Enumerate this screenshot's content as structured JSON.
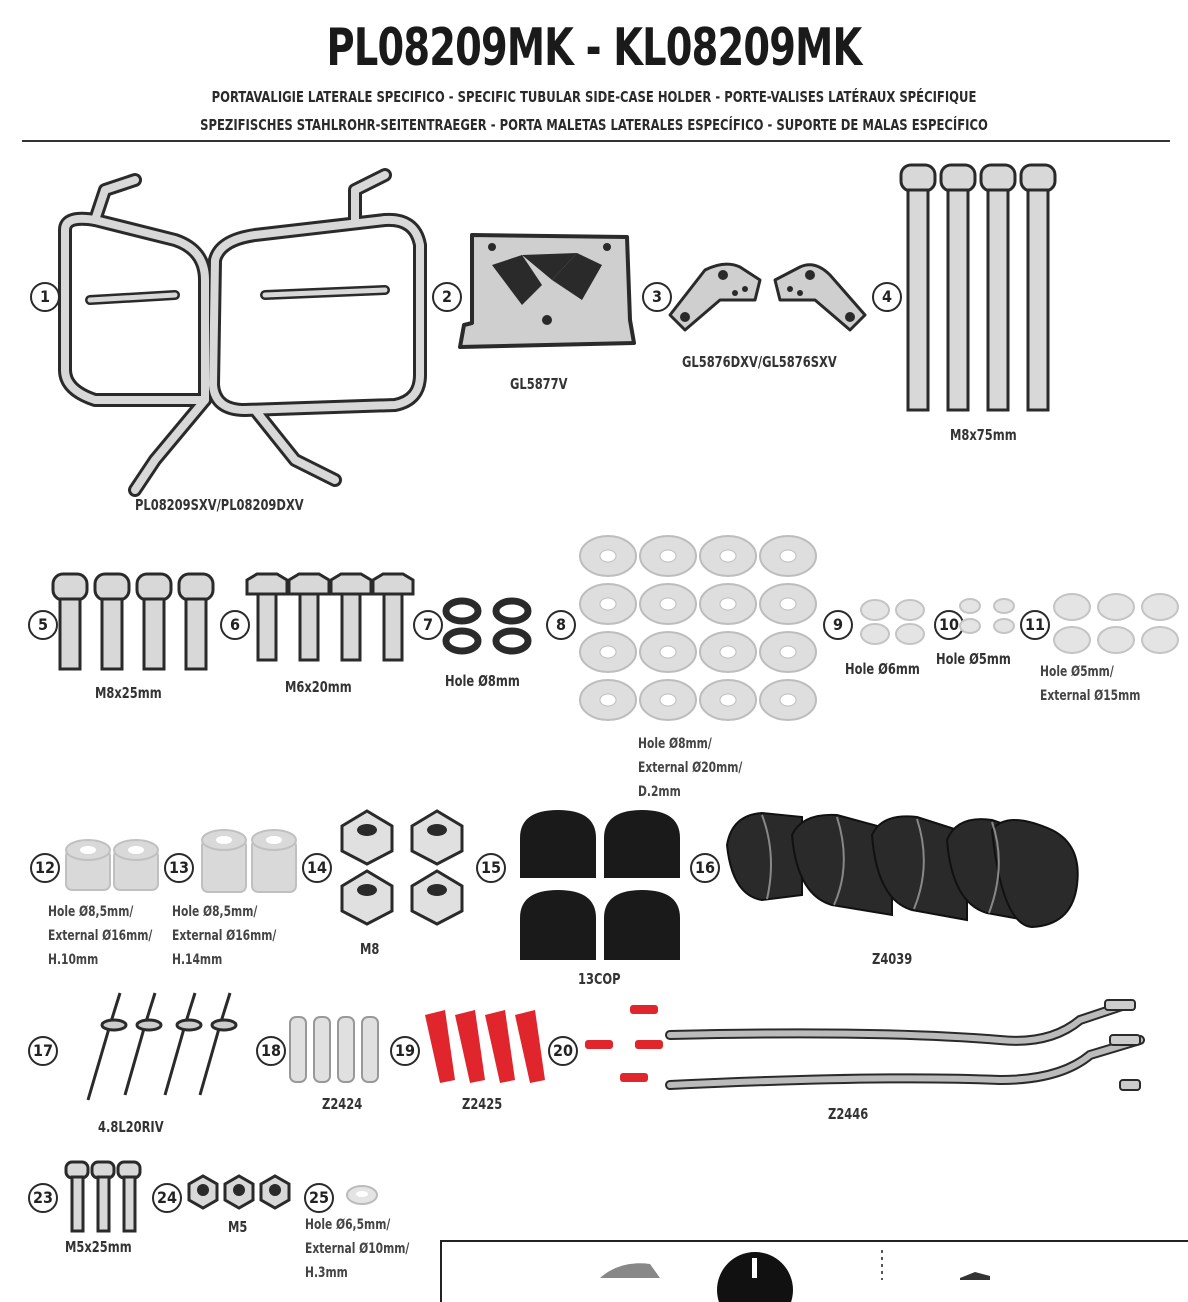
{
  "header": {
    "title": "PL08209MK - KL08209MK",
    "subtitle_1": "PORTAVALIGIE LATERALE SPECIFICO  -  SPECIFIC TUBULAR SIDE-CASE HOLDER  - PORTE-VALISES LATÉRAUX SPÉCIFIQUE",
    "subtitle_2": "SPEZIFISCHES STAHLROHR-SEITENTRAEGER - PORTA MALETAS LATERALES ESPECÍFICO - SUPORTE DE MALAS ESPECÍFICO"
  },
  "parts": [
    {
      "num": "1",
      "label": "PL08209SXV/PL08209DXV"
    },
    {
      "num": "2",
      "label": "GL5877V"
    },
    {
      "num": "3",
      "label": "GL5876DXV/GL5876SXV"
    },
    {
      "num": "4",
      "label": "M8x75mm"
    },
    {
      "num": "5",
      "label": "M8x25mm"
    },
    {
      "num": "6",
      "label": "M6x20mm"
    },
    {
      "num": "7",
      "label": "Hole Ø8mm"
    },
    {
      "num": "8",
      "lines": [
        "Hole Ø8mm/",
        "External Ø20mm/",
        "D.2mm"
      ]
    },
    {
      "num": "9",
      "label": "Hole Ø6mm"
    },
    {
      "num": "10",
      "label": "Hole Ø5mm"
    },
    {
      "num": "11",
      "lines": [
        "Hole Ø5mm/",
        "External Ø15mm"
      ]
    },
    {
      "num": "12",
      "lines": [
        "Hole Ø8,5mm/",
        "External Ø16mm/",
        "H.10mm"
      ]
    },
    {
      "num": "13",
      "lines": [
        "Hole Ø8,5mm/",
        "External Ø16mm/",
        "H.14mm"
      ]
    },
    {
      "num": "14",
      "label": "M8"
    },
    {
      "num": "15",
      "label": "13COP"
    },
    {
      "num": "16",
      "label": "Z4039"
    },
    {
      "num": "17",
      "label": "4.8L20RIV"
    },
    {
      "num": "18",
      "label": "Z2424"
    },
    {
      "num": "19",
      "label": "Z2425"
    },
    {
      "num": "20",
      "label": "Z2446"
    },
    {
      "num": "23",
      "label": "M5x25mm"
    },
    {
      "num": "24",
      "label": "M5"
    },
    {
      "num": "25",
      "lines": [
        "Hole Ø6,5mm/",
        "External Ø10mm/",
        "H.3mm"
      ]
    }
  ],
  "colors": {
    "outline": "#2a2a2a",
    "metal_fill": "#d8d8d8",
    "rubber_fill": "#1a1a1a",
    "red_part": "#e0262c"
  }
}
